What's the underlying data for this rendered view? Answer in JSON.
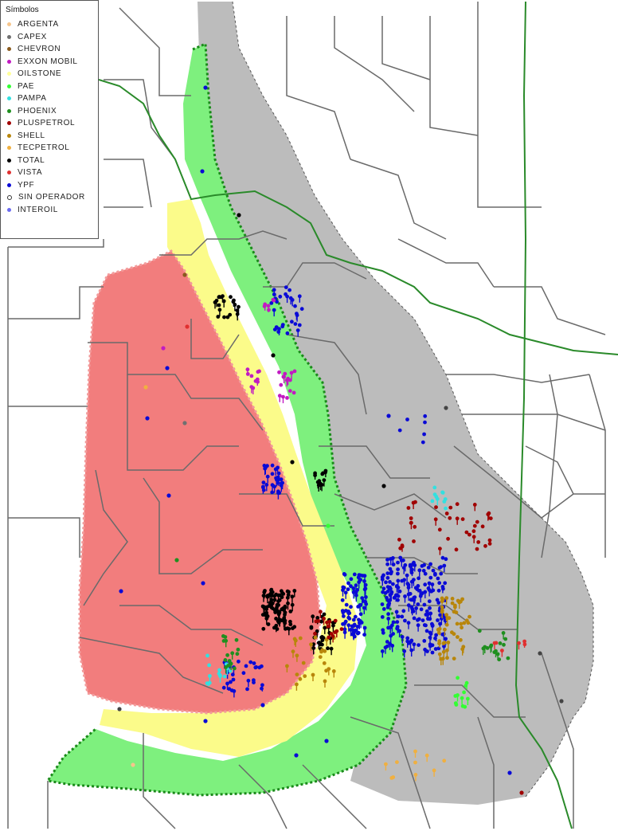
{
  "legend": {
    "title": "Símbolos",
    "items": [
      {
        "label": "ARGENTA",
        "color": "#f6c58c"
      },
      {
        "label": "CAPEX",
        "color": "#707070"
      },
      {
        "label": "CHEVRON",
        "color": "#8a5a1e"
      },
      {
        "label": "EXXON MOBIL",
        "color": "#c21ac2"
      },
      {
        "label": "OILSTONE",
        "color": "#ffff99"
      },
      {
        "label": "PAE",
        "color": "#33ff33"
      },
      {
        "label": "PAMPA",
        "color": "#33e0e0"
      },
      {
        "label": "PHOENIX",
        "color": "#1f8f1f"
      },
      {
        "label": "PLUSPETROL",
        "color": "#a00000"
      },
      {
        "label": "SHELL",
        "color": "#b8860b"
      },
      {
        "label": "TECPETROL",
        "color": "#f0b040"
      },
      {
        "label": "TOTAL",
        "color": "#000000"
      },
      {
        "label": "VISTA",
        "color": "#e03030"
      },
      {
        "label": "YPF",
        "color": "#0a0ad6"
      },
      {
        "label": "SIN OPERADOR",
        "color": "#444444",
        "ring": true
      },
      {
        "label": "INTEROIL",
        "color": "#6b6bf0"
      }
    ]
  },
  "zones": {
    "gray": "#bcbcbc",
    "green": "#7ef07e",
    "yellow": "#fbfb8a",
    "red": "#f27d7d",
    "dashed_green": "#1a8a1a",
    "dashed_red": "#f28c8c",
    "river": "#2a8a2a",
    "block_line": "#6a6a6a"
  }
}
